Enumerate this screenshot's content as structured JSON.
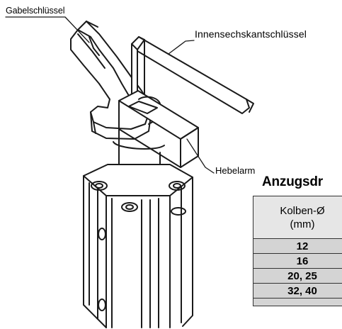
{
  "labels": {
    "fork_wrench": "Gabelschlüssel",
    "hex_key": "Innensechskantschlüssel",
    "lever_arm": "Hebelarm"
  },
  "table": {
    "title": "Anzugsdr",
    "header_line1": "Kolben-Ø",
    "header_line2": "(mm)",
    "rows": [
      "12",
      "16",
      "20, 25",
      "32, 40"
    ]
  },
  "colors": {
    "line": "#1a1a1a",
    "header_bg": "#e6e6e6",
    "row_bg": "#d4d4d4"
  }
}
